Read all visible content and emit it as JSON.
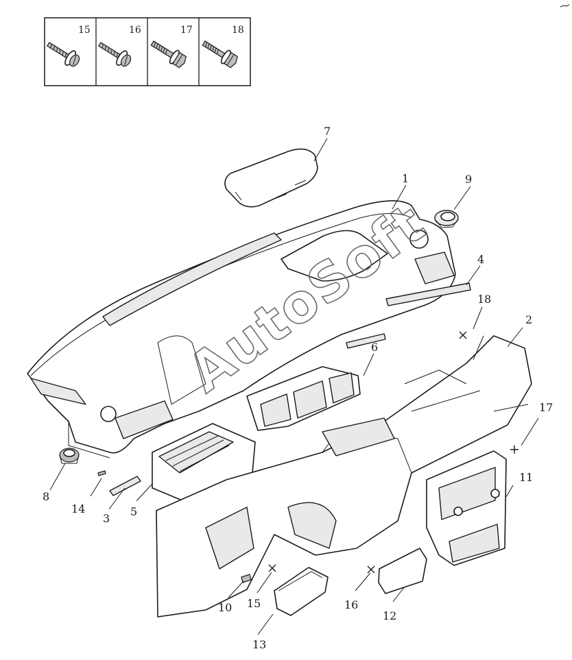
{
  "fastener_table": {
    "cells": [
      {
        "number": "15",
        "icon": "tapping-screw-washer-icon"
      },
      {
        "number": "16",
        "icon": "tapping-screw-washer-icon"
      },
      {
        "number": "17",
        "icon": "hex-flange-bolt-icon"
      },
      {
        "number": "18",
        "icon": "hex-flange-bolt-icon"
      }
    ]
  },
  "callouts": {
    "c1": "1",
    "c2": "2",
    "c3": "3",
    "c4": "4",
    "c5": "5",
    "c6": "6",
    "c7": "7",
    "c8": "8",
    "c9": "9",
    "c10": "10",
    "c11": "11",
    "c12": "12",
    "c13": "13",
    "c14": "14",
    "c15": "15",
    "c16": "16",
    "c17": "17",
    "c18": "18"
  },
  "watermark": "AutoSoft"
}
